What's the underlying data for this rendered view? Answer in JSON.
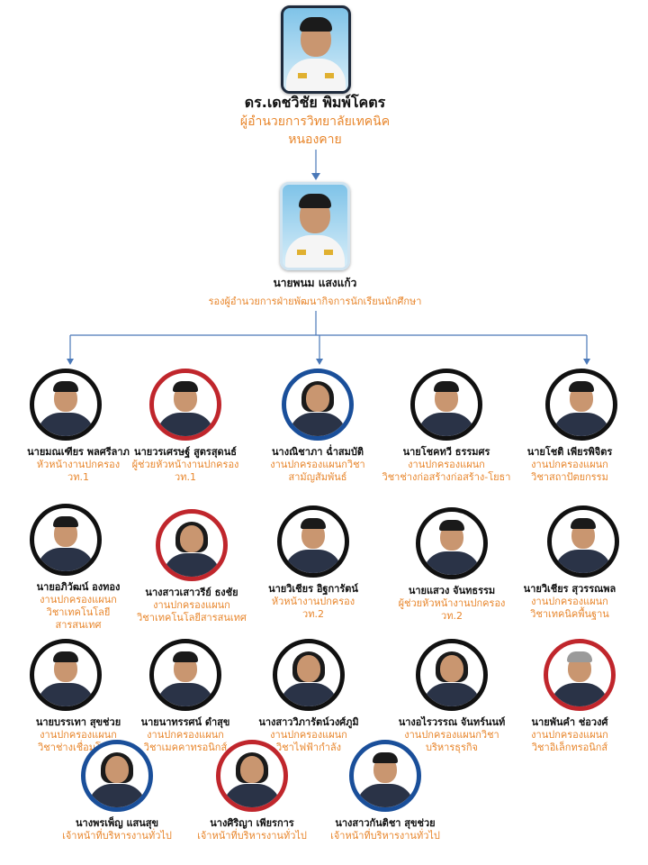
{
  "director": {
    "name": "ดร.เดชวิชัย พิมพ์โคตร",
    "title_line1": "ผู้อำนวยการวิทยาลัยเทคนิค",
    "title_line2": "หนองคาย"
  },
  "deputy": {
    "name": "นายพนม แสงแก้ว",
    "title": "รองผู้อำนวยการฝ่ายพัฒนากิจการนักเรียนนักศึกษา"
  },
  "staff": [
    {
      "name": "นายมณเฑียร พลศรีลาภ",
      "role": [
        "หัวหน้างานปกครอง",
        "วท.1"
      ],
      "ring": "black",
      "hair": "short"
    },
    {
      "name": "นายวรเศรษฐ์ สูตรสุดนธ์",
      "role": [
        "ผู้ช่วยหัวหน้างานปกครอง",
        "วท.1"
      ],
      "ring": "red",
      "hair": "short"
    },
    {
      "name": "นางณิชาภา ฉ่ำสมบัติ",
      "role": [
        "งานปกครองแผนกวิชา",
        "สามัญสัมพันธ์"
      ],
      "ring": "blue",
      "hair": "long"
    },
    {
      "name": "นายโชคทวี ธรรมศร",
      "role": [
        "งานปกครองแผนก",
        "วิชาช่างก่อสร้างก่อสร้าง-โยธา"
      ],
      "ring": "black",
      "hair": "short"
    },
    {
      "name": "นายโชติ เพียรพิจิตร",
      "role": [
        "งานปกครองแผนก",
        "วิชาสถาปัตยกรรม"
      ],
      "ring": "black",
      "hair": "short"
    },
    {
      "name": "นายอภิวัฒน์ องทอง",
      "role": [
        "งานปกครองแผนก",
        "วิชาเทคโนโลยี",
        "สารสนเทศ"
      ],
      "ring": "black",
      "hair": "short"
    },
    {
      "name": "นางสาวเสาวรีย์ ธงชัย",
      "role": [
        "งานปกครองแผนก",
        "วิชาเทคโนโลยีสารสนเทศ"
      ],
      "ring": "red",
      "hair": "long"
    },
    {
      "name": "นายวิเชียร อิฐการัตน์",
      "role": [
        "หัวหน้างานปกครอง",
        "วท.2"
      ],
      "ring": "black",
      "hair": "short"
    },
    {
      "name": "นายแสวง จันทธรรม",
      "role": [
        "ผู้ช่วยหัวหน้างานปกครอง",
        "วท.2"
      ],
      "ring": "black",
      "hair": "short"
    },
    {
      "name": "นายวิเชียร สุวรรณพล",
      "role": [
        "งานปกครองแผนก",
        "วิชาเทคนิคพื้นฐาน"
      ],
      "ring": "black",
      "hair": "short"
    },
    {
      "name": "นายบรรเทา สุขช่วย",
      "role": [
        "งานปกครองแผนก",
        "วิชาช่างเชื่อมโลหะ"
      ],
      "ring": "black",
      "hair": "short"
    },
    {
      "name": "นายนาทรรศน์ ดำสุข",
      "role": [
        "งานปกครองแผนก",
        "วิชาเมคคาทรอนิกส์"
      ],
      "ring": "black",
      "hair": "short"
    },
    {
      "name": "นางสาววิภารัตน์วงศ์ภูมิ",
      "role": [
        "งานปกครองแผนก",
        "วิชาไฟฟ้ากำลัง"
      ],
      "ring": "black",
      "hair": "long"
    },
    {
      "name": "นางอไรวรรณ จันทร์นนท์",
      "role": [
        "งานปกครองแผนกวิชา",
        "บริหารธุรกิจ"
      ],
      "ring": "black",
      "hair": "long"
    },
    {
      "name": "นายพันคำ ช่อวงศ์",
      "role": [
        "งานปกครองแผนก",
        "วิชาอิเล็กทรอนิกส์"
      ],
      "ring": "red",
      "hair": "gray"
    },
    {
      "name": "นางพรเพ็ญ แสนสุข",
      "role": [
        "เจ้าหน้าที่บริหารงานทั่วไป"
      ],
      "ring": "blue",
      "hair": "long"
    },
    {
      "name": "นางศิริญา เพียรการ",
      "role": [
        "เจ้าหน้าที่บริหารงานทั่วไป"
      ],
      "ring": "red",
      "hair": "long"
    },
    {
      "name": "นางสาวกันติชา สุขช่วย",
      "role": [
        "เจ้าหน้าที่บริหารงานทั่วไป"
      ],
      "ring": "blue",
      "hair": "short"
    }
  ],
  "colors": {
    "accent_orange": "#e8862c",
    "connector_blue": "#4a78b8",
    "ring_black": "#111111",
    "ring_red": "#c0262c",
    "ring_blue": "#1a4f9a"
  }
}
